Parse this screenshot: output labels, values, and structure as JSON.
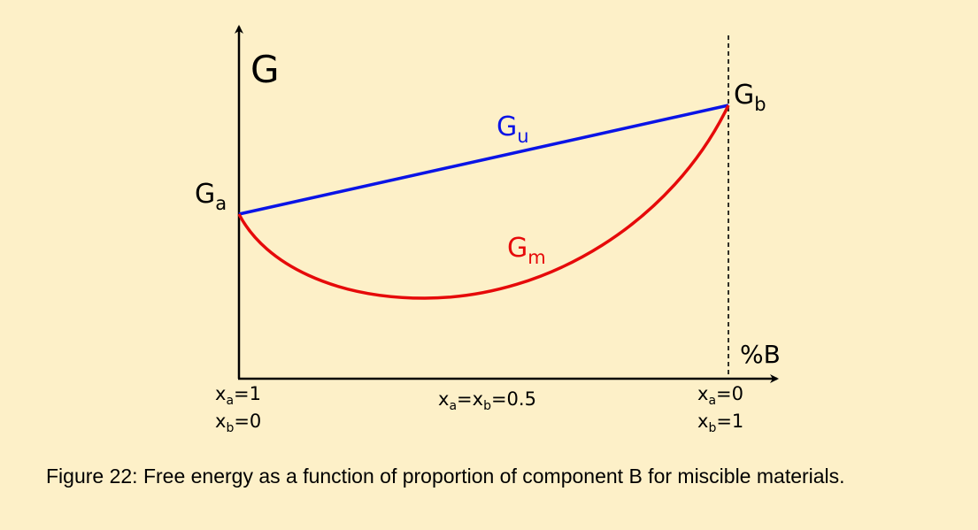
{
  "diagram": {
    "y_axis_label": "G",
    "x_axis_label": "%B",
    "point_a": {
      "main": "G",
      "sub": "a"
    },
    "point_b": {
      "main": "G",
      "sub": "b"
    },
    "line_unmixed": {
      "main": "G",
      "sub": "u",
      "color": "#0a14e6"
    },
    "curve_mixed": {
      "main": "G",
      "sub": "m",
      "color": "#e60a0a"
    },
    "ticks": {
      "left": {
        "line1": {
          "v": "x",
          "s": "a",
          "r": "=1"
        },
        "line2": {
          "v": "x",
          "s": "b",
          "r": "=0"
        }
      },
      "middle": {
        "p1": "x",
        "s1": "a",
        "p2": "=x",
        "s2": "b",
        "p3": "=0.5"
      },
      "right": {
        "line1": {
          "v": "x",
          "s": "a",
          "r": "=0"
        },
        "line2": {
          "v": "x",
          "s": "b",
          "r": "=1"
        }
      }
    }
  },
  "caption": "Figure 22: Free energy as a function of proportion of component B for miscible materials."
}
